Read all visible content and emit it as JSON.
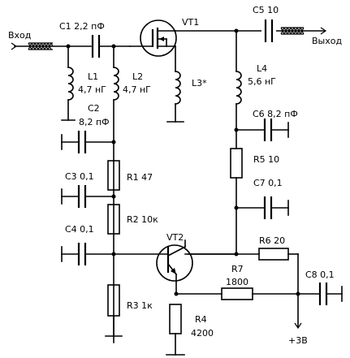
{
  "io": {
    "input": "Вход",
    "output": "Выход",
    "supply": "+3В"
  },
  "components": {
    "C1": "C1 2,2 пФ",
    "C2_name": "C2",
    "C2_value": "8,2 пФ",
    "C3": "C3 0,1",
    "C4": "C4 0,1",
    "C5": "C5 10",
    "C6": "C6 8,2 пФ",
    "C7": "C7 0,1",
    "C8": "C8 0,1",
    "L1_name": "L1",
    "L1_value": "4,7 нГ",
    "L2_name": "L2",
    "L2_value": "4,7 нГ",
    "L3": "L3*",
    "L4_name": "L4",
    "L4_value": "5,6 нГ",
    "R1": "R1 47",
    "R2": "R2 10к",
    "R3": "R3 1к",
    "R4_name": "R4",
    "R4_value": "4200",
    "R5": "R5 10",
    "R6": "R6 20",
    "R7_name": "R7",
    "R7_value": "1800",
    "VT1": "VT1",
    "VT2": "VT2"
  }
}
